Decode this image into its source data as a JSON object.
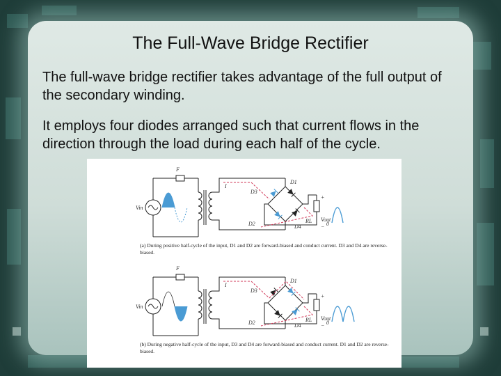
{
  "slide": {
    "title": "The Full-Wave Bridge Rectifier",
    "paragraph1": "The full-wave bridge rectifier takes advantage of the full output of the secondary winding.",
    "paragraph2": "It employs four diodes arranged such that current flows in the direction through the load during each half of the cycle."
  },
  "figure": {
    "caption_a": "(a) During positive half-cycle of the input, D1 and D2 are forward-biased and conduct current. D3 and D4 are reverse-biased.",
    "caption_b": "(b) During negative half-cycle of the input, D3 and D4 are forward-biased and conduct current. D1 and D2 are reverse-biased.",
    "labels": {
      "f": "F",
      "vin": "Vin",
      "current": "I",
      "d1": "D1",
      "d2": "D2",
      "d3": "D3",
      "d4": "D4",
      "rl": "RL",
      "vout": "Vout",
      "zero": "0",
      "plus": "+",
      "minus": "−"
    }
  },
  "colors": {
    "accent_blue": "#4a9bd4",
    "current_red": "#d23a5a",
    "panel": "#dfe9e5"
  }
}
